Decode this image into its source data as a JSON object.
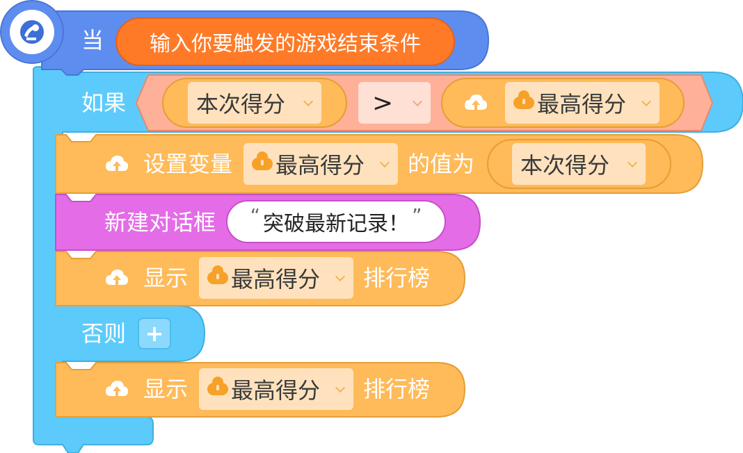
{
  "hat": {
    "when_label": "当",
    "condition_text": "输入你要触发的游戏结束条件",
    "icon": "satellite-icon"
  },
  "if_block": {
    "if_label": "如果",
    "left_operand": "本次得分",
    "operator": ">",
    "right_operand": "最高得分",
    "else_label": "否则",
    "add_button": "+"
  },
  "set_var": {
    "label": "设置变量",
    "variable": "最高得分",
    "value_label": "的值为",
    "value": "本次得分"
  },
  "dialog": {
    "label": "新建对话框",
    "text": "突破最新记录！",
    "open_quote": "“",
    "close_quote": "”"
  },
  "show_board_1": {
    "label": "显示",
    "variable": "最高得分",
    "suffix": "排行榜"
  },
  "show_board_2": {
    "label": "显示",
    "variable": "最高得分",
    "suffix": "排行榜"
  },
  "colors": {
    "hat_blue": "#5e8df0",
    "control_cyan": "#5ccbfb",
    "operator_salmon": "#ffb098",
    "data_orange": "#ffba59",
    "dialog_magenta": "#e46ce6",
    "condition_orange": "#ff7a27"
  }
}
